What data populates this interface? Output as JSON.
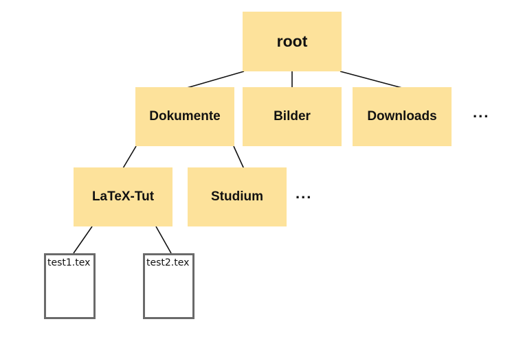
{
  "diagram": {
    "type": "tree",
    "description": "File system hierarchy diagram",
    "nodes": {
      "root": {
        "label": "root",
        "kind": "folder"
      },
      "dokumente": {
        "label": "Dokumente",
        "kind": "folder"
      },
      "bilder": {
        "label": "Bilder",
        "kind": "folder"
      },
      "downloads": {
        "label": "Downloads",
        "kind": "folder"
      },
      "more_level2": {
        "label": "...",
        "kind": "ellipsis"
      },
      "latex_tut": {
        "label": "LaTeX-Tut",
        "kind": "folder"
      },
      "studium": {
        "label": "Studium",
        "kind": "folder"
      },
      "more_level3": {
        "label": "...",
        "kind": "ellipsis"
      },
      "test1": {
        "label": "test1.tex",
        "kind": "file"
      },
      "test2": {
        "label": "test2.tex",
        "kind": "file"
      }
    },
    "edges": [
      {
        "from": "root",
        "to": "dokumente"
      },
      {
        "from": "root",
        "to": "bilder"
      },
      {
        "from": "root",
        "to": "downloads"
      },
      {
        "from": "dokumente",
        "to": "latex_tut"
      },
      {
        "from": "dokumente",
        "to": "studium"
      },
      {
        "from": "latex_tut",
        "to": "test1"
      },
      {
        "from": "latex_tut",
        "to": "test2"
      }
    ],
    "colors": {
      "folder_fill": "#FDE29B",
      "file_border": "#6A6A6A",
      "line_color": "#111111",
      "text_color": "#111111",
      "background": "#FFFFFF"
    }
  }
}
